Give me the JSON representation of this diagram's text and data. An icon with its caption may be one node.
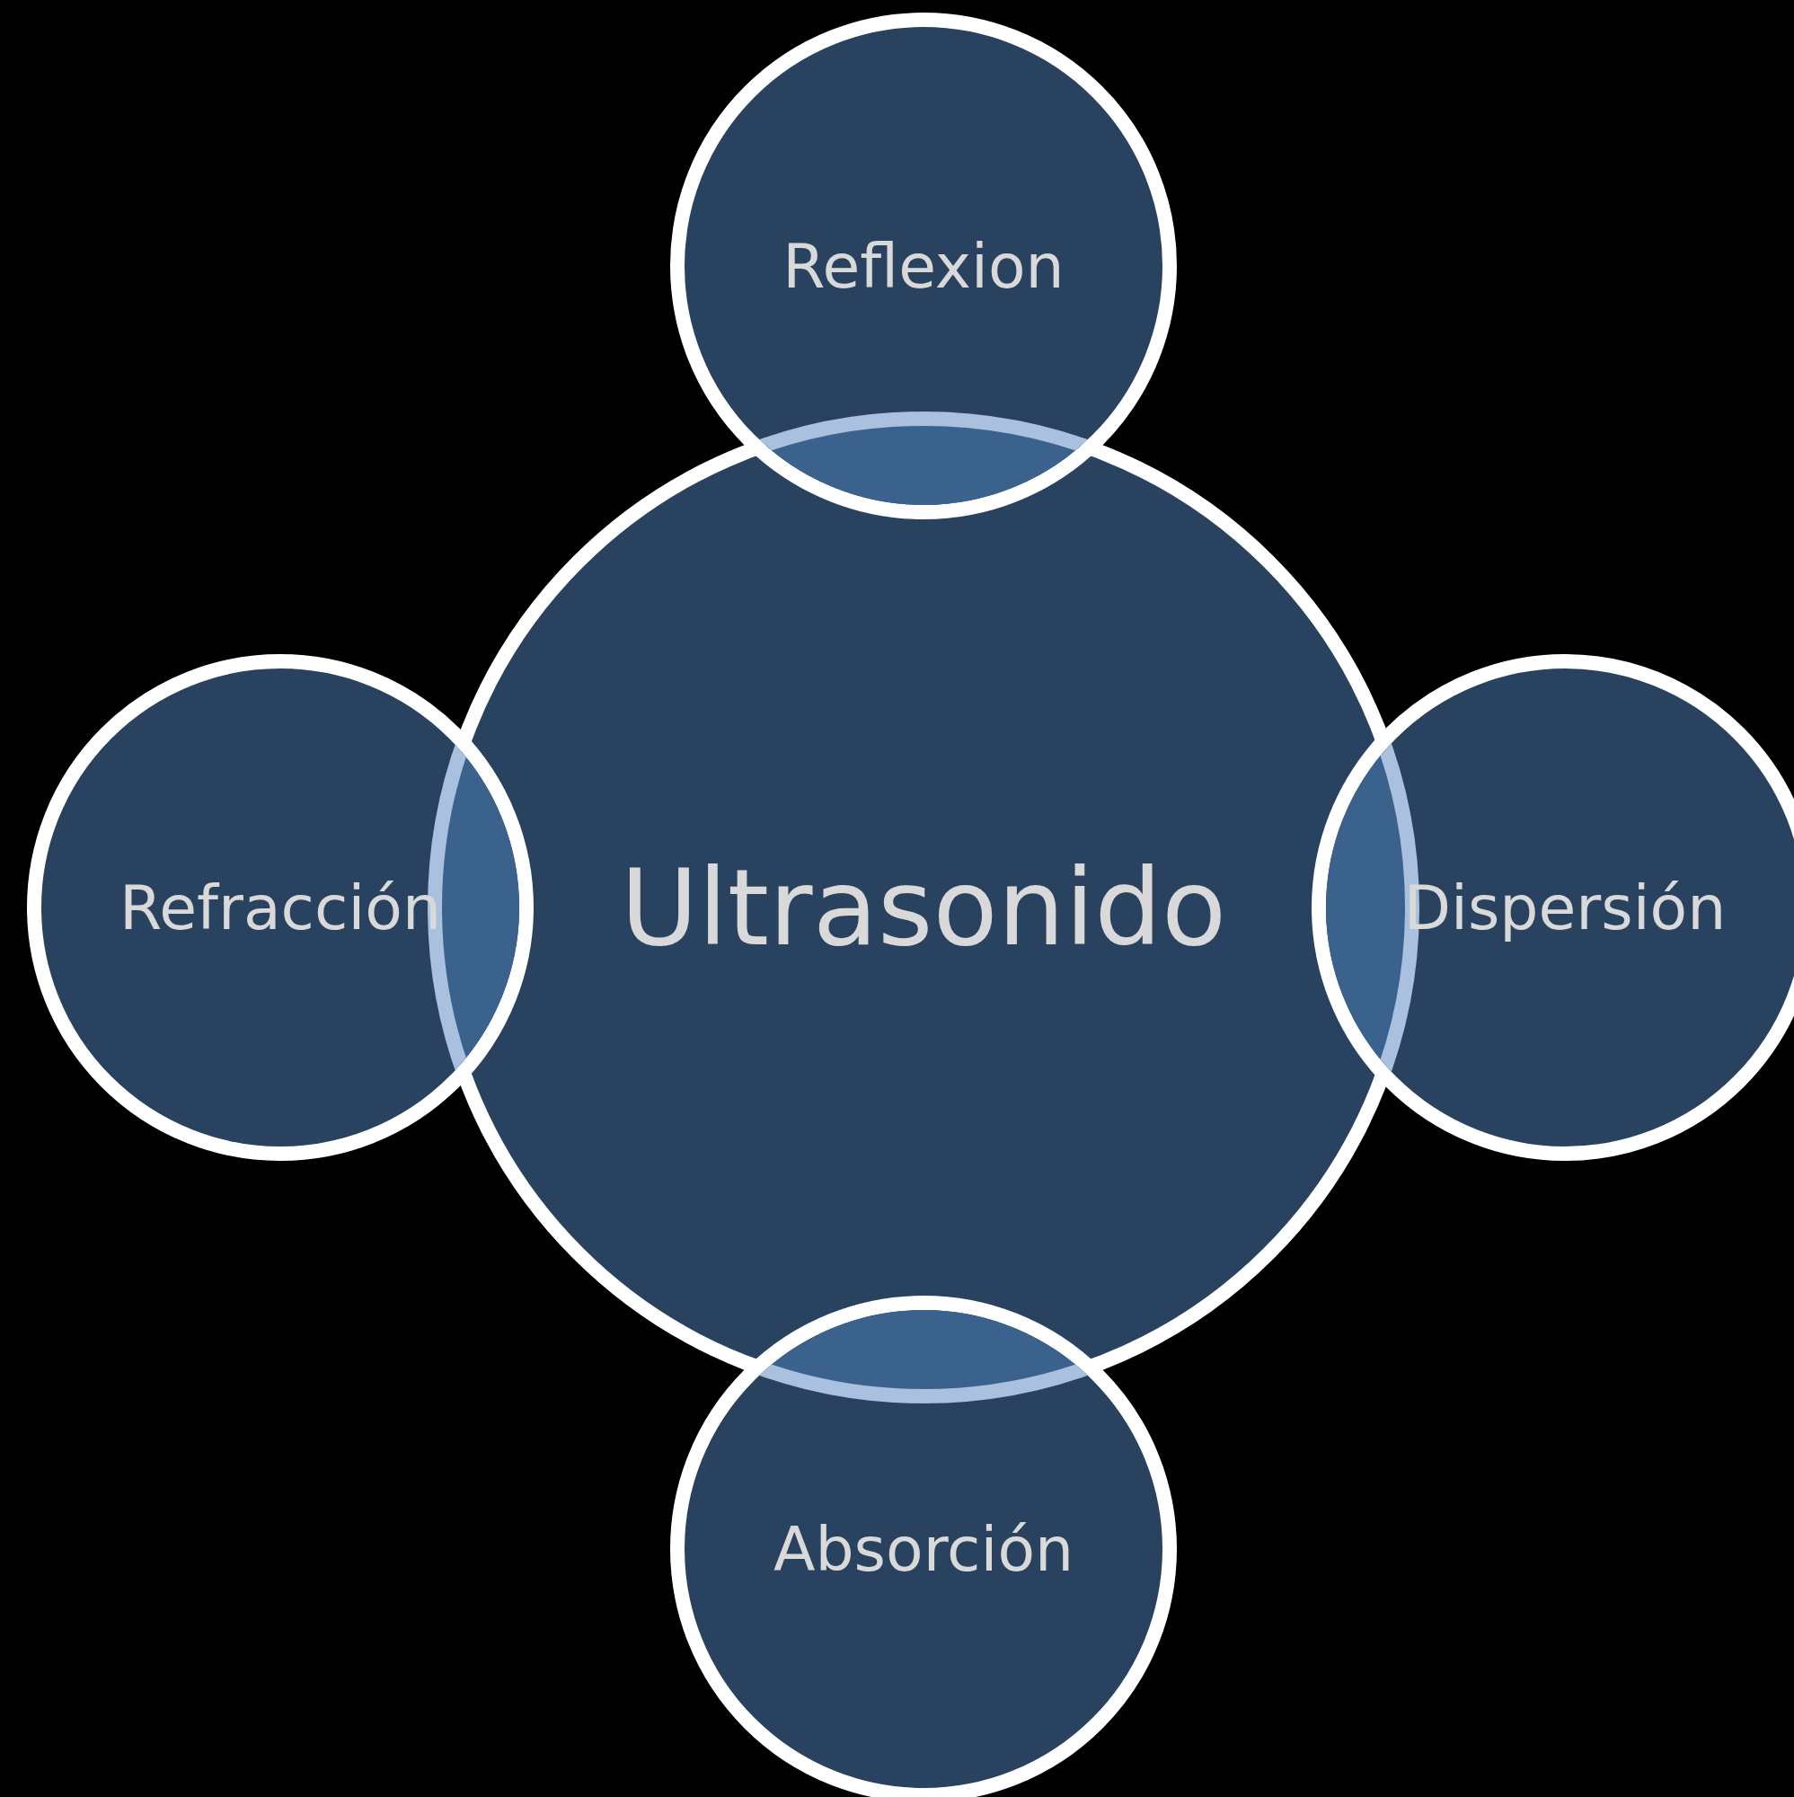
{
  "diagram": {
    "nodes": [
      {
        "text": [
          "Ultrasonido"
        ]
      },
      {
        "text": [
          "Reflexion"
        ]
      },
      {
        "text": [
          "Refracción"
        ]
      },
      {
        "text": [
          "Dispersión"
        ]
      },
      {
        "text": [
          "Absorción"
        ]
      }
    ]
  }
}
